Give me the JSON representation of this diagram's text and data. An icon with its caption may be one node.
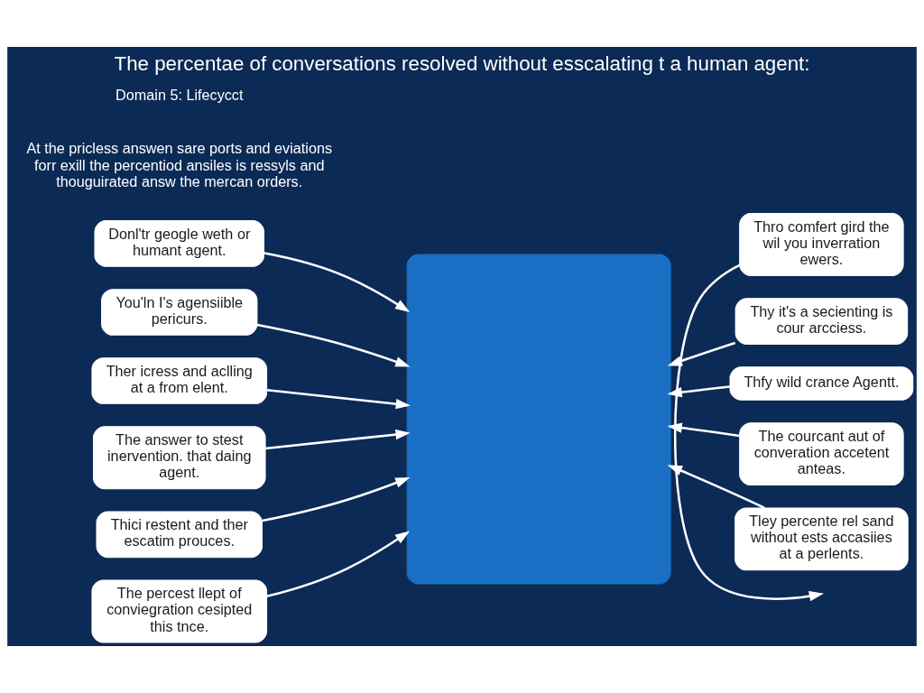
{
  "diagram": {
    "title": "The percentae of conversations resolved without esscalating t a human agent:",
    "nodes": [
      {
        "text": [],
        "shape": "box"
      },
      {
        "text": [
          "Donl'tr geogle weth or humant agent."
        ]
      },
      {
        "text": [
          "Thro comfert gird the wil you inverration ewers."
        ]
      },
      {
        "text": [
          "Thy it's a secienting is cour arcciess."
        ]
      },
      {
        "text": [
          "You'ln I's agensiible pericurs."
        ]
      },
      {
        "text": [
          "Ther icress and aclling at a from elent."
        ]
      },
      {
        "text": [
          "Thfy wild crance Agentt."
        ]
      },
      {
        "text": [
          "The courcant aut of converation accetent anteas."
        ]
      },
      {
        "text": [
          "The answer to stest inervention. that daing agent."
        ]
      },
      {
        "text": [
          "Thici restent and ther escatim prouces."
        ]
      },
      {
        "text": [
          "The percest llept of conviegration cesipted this tnce."
        ]
      },
      {
        "text": [
          "Tley percente rel sand without ests accasiies at a perlents."
        ]
      }
    ],
    "edges": [
      {
        "from": 1,
        "to": 0,
        "arrow": "to"
      },
      {
        "from": 2,
        "to": null,
        "arrow": "to"
      },
      {
        "from": 3,
        "to": 0,
        "arrow": "to"
      },
      {
        "from": 4,
        "to": 0,
        "arrow": "to"
      },
      {
        "from": 5,
        "to": 0,
        "arrow": "to"
      },
      {
        "from": 6,
        "to": 0,
        "arrow": "to"
      },
      {
        "from": 7,
        "to": 0,
        "arrow": "to"
      },
      {
        "from": 8,
        "to": 0,
        "arrow": "to"
      },
      {
        "from": 9,
        "to": 0,
        "arrow": "to"
      },
      {
        "from": 10,
        "to": 0,
        "arrow": "to"
      },
      {
        "from": 11,
        "to": 0,
        "arrow": "to"
      }
    ],
    "labels": [
      "At the pricless answen sare ports and eviations forr exill the percentiod ansiles is ressyls and thouguirated answ the mercan orders.",
      "Domain 5: Lifecycct"
    ]
  }
}
